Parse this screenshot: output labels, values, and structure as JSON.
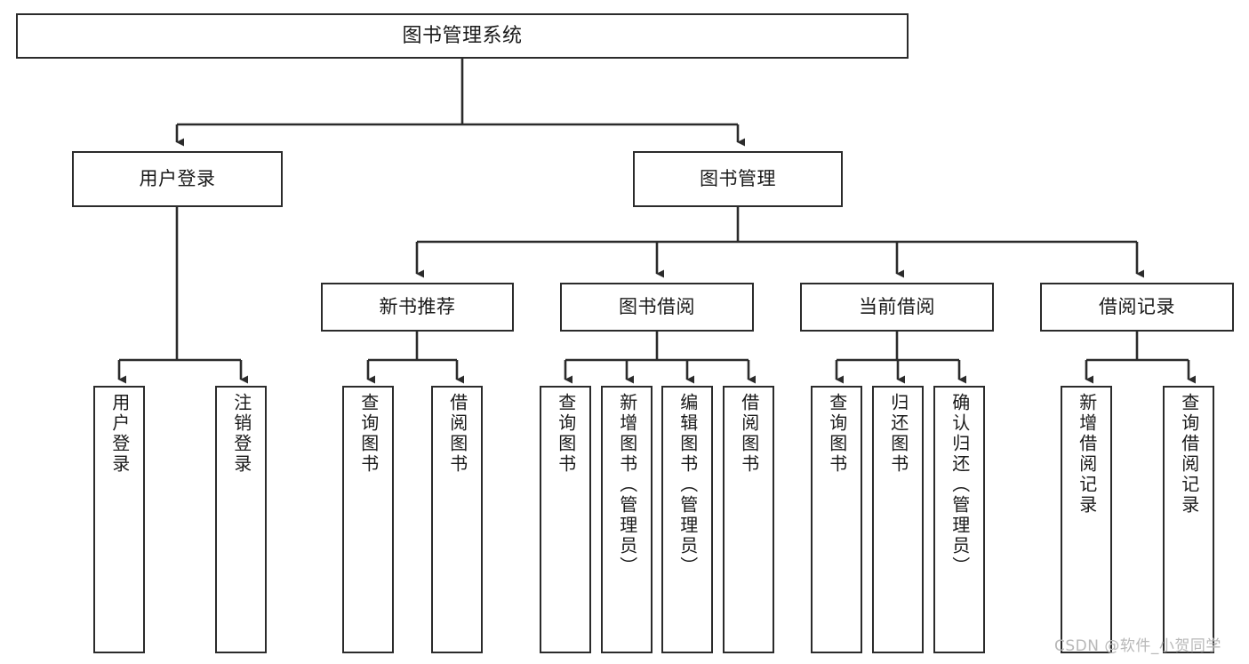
{
  "diagram": {
    "title": "图书管理系统",
    "type": "tree-hierarchy-chart",
    "orientation": "top-down",
    "colors": {
      "box_border": "#2b2b2b",
      "box_fill": "#ffffff",
      "edge": "#2b2b2b",
      "text": "#1a1a1a",
      "watermark": "#b8b8b8",
      "background": "#ffffff"
    }
  },
  "nodes": {
    "root": {
      "label": "图书管理系统"
    },
    "level2": [
      {
        "label": "用户登录"
      },
      {
        "label": "图书管理"
      }
    ],
    "level3": [
      {
        "label": "新书推荐"
      },
      {
        "label": "图书借阅"
      },
      {
        "label": "当前借阅"
      },
      {
        "label": "借阅记录"
      }
    ],
    "leaves": {
      "user_login": [
        {
          "label": "用户登录"
        },
        {
          "label": "注销登录"
        }
      ],
      "new_book_recommend": [
        {
          "label": "查询图书"
        },
        {
          "label": "借阅图书"
        }
      ],
      "book_borrow": [
        {
          "label": "查询图书"
        },
        {
          "label": "新增图书（管理员）"
        },
        {
          "label": "编辑图书（管理员）"
        },
        {
          "label": "借阅图书"
        }
      ],
      "current_borrow": [
        {
          "label": "查询图书"
        },
        {
          "label": "归还图书"
        },
        {
          "label": "确认归还（管理员）"
        }
      ],
      "borrow_record": [
        {
          "label": "新增借阅记录"
        },
        {
          "label": "查询借阅记录"
        }
      ]
    }
  },
  "watermark": {
    "text": "CSDN @软件_小贺同学"
  }
}
